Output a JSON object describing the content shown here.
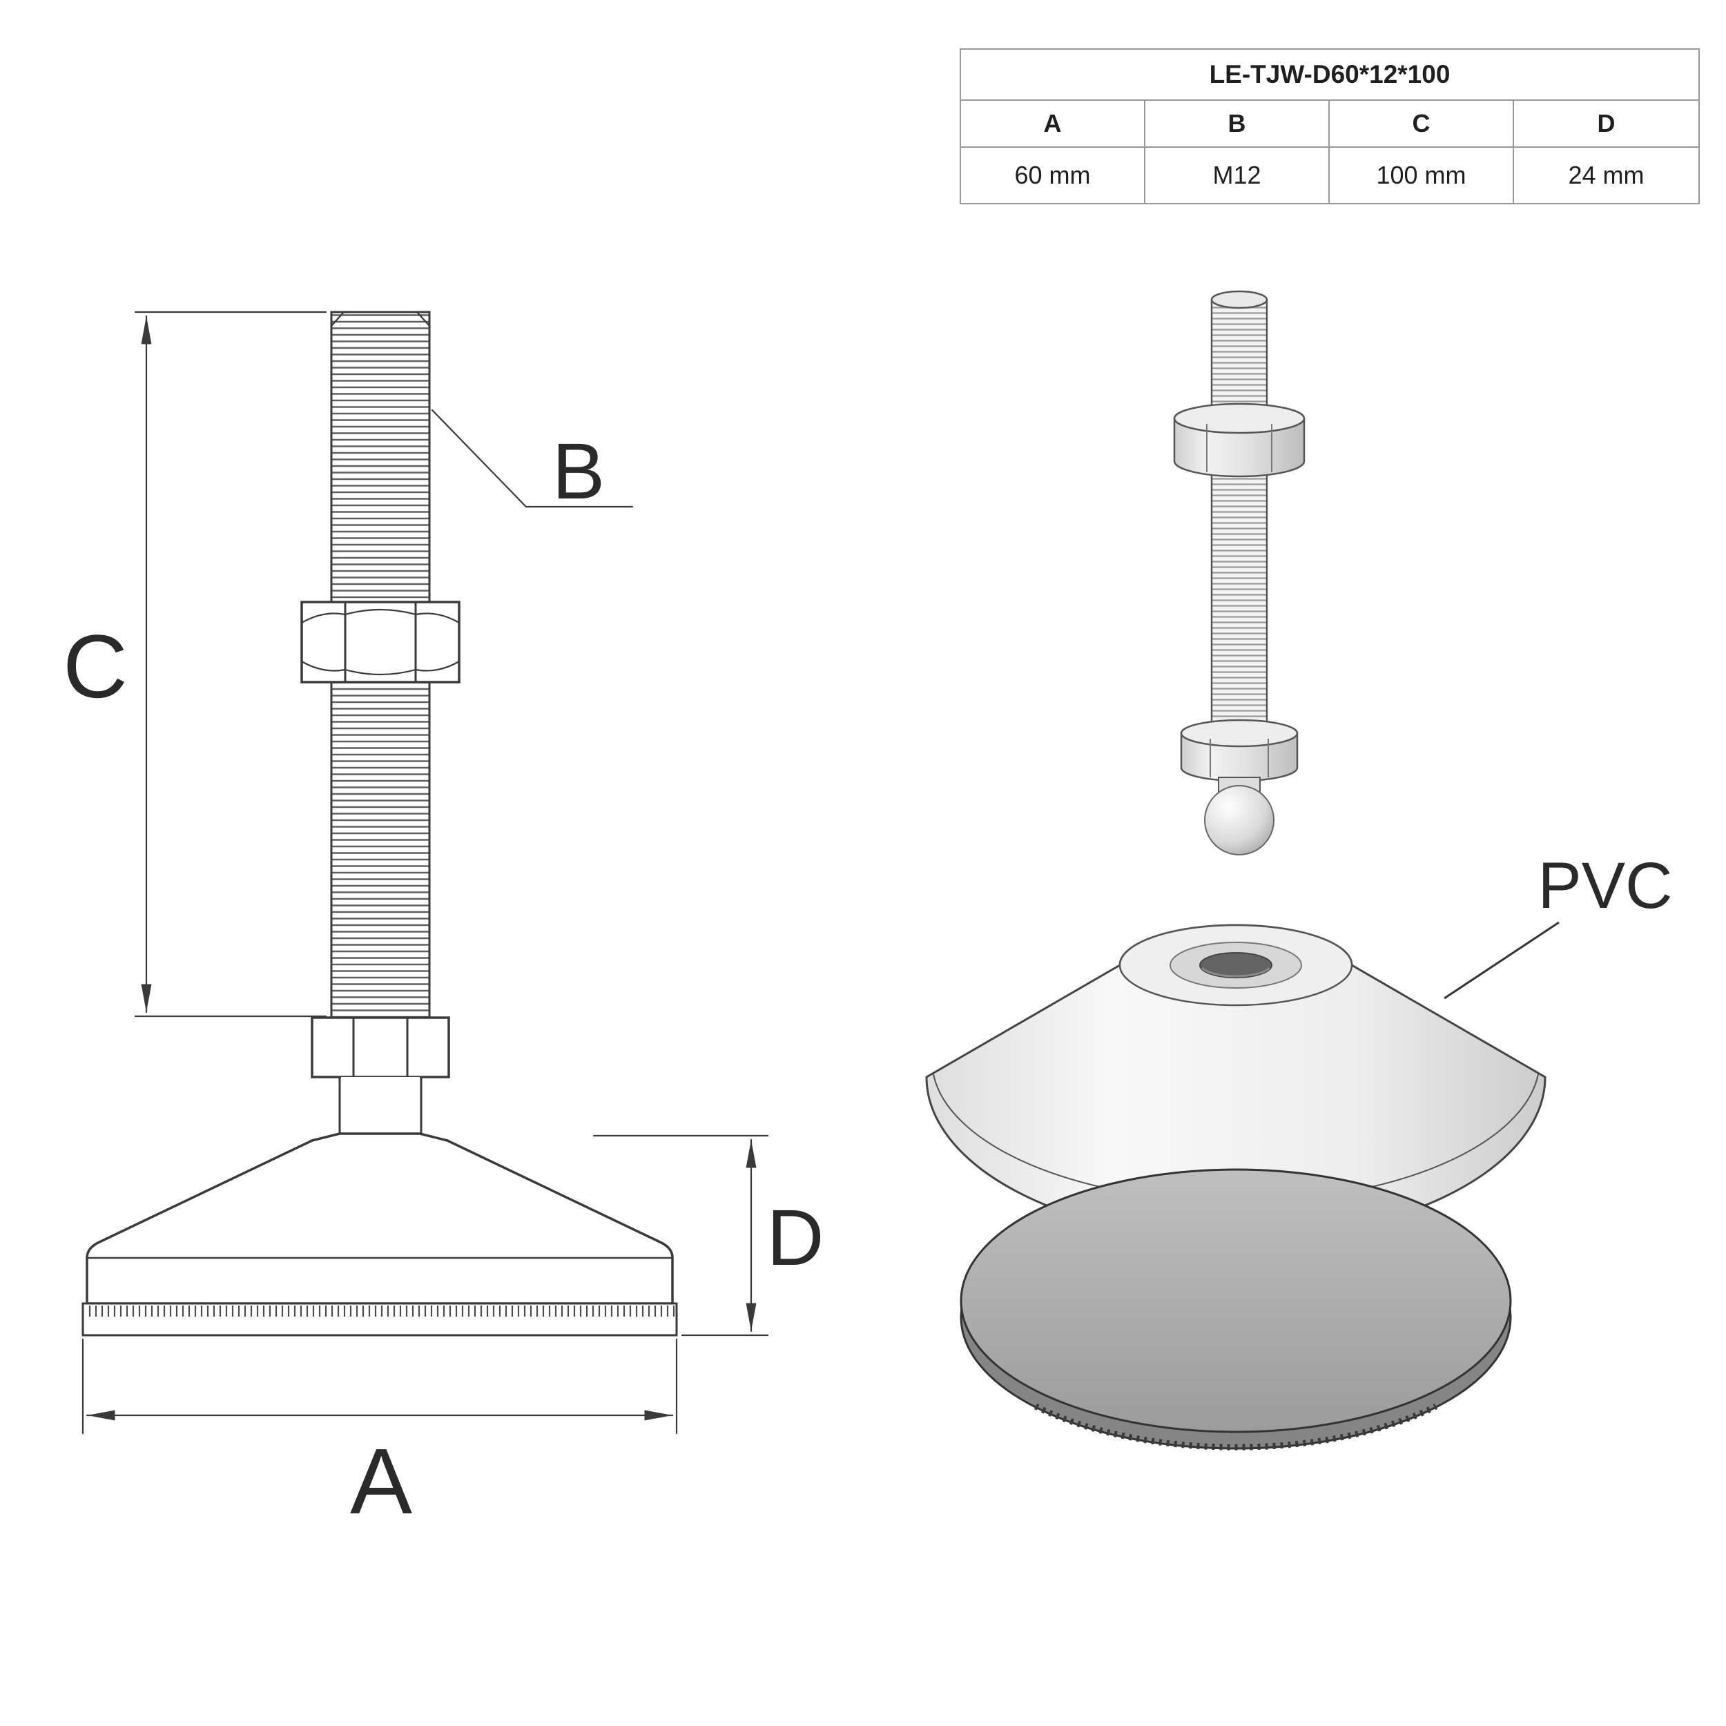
{
  "spec_table": {
    "title": "LE-TJW-D60*12*100",
    "columns": [
      "A",
      "B",
      "C",
      "D"
    ],
    "values": [
      "60 mm",
      "M12",
      "100 mm",
      "24 mm"
    ]
  },
  "drawing": {
    "dim_a_label": "A",
    "dim_b_label": "B",
    "dim_c_label": "C",
    "dim_d_label": "D",
    "material_label": "PVC"
  },
  "colors": {
    "background": "#ffffff",
    "line": "#3a3a3a",
    "table_border": "#999999",
    "text": "#1f1f1f",
    "pad_gray": "#a8a8a8"
  }
}
